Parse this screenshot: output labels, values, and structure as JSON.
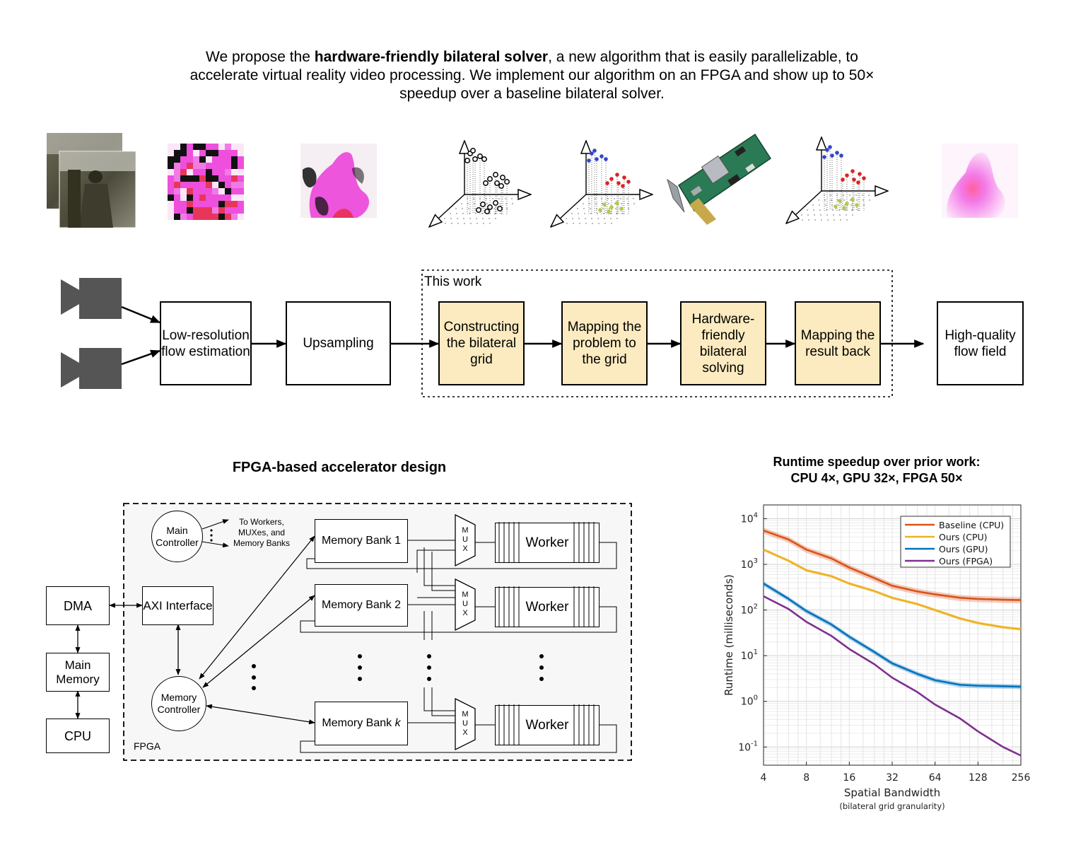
{
  "intro": {
    "pre": "We propose the ",
    "bold": "hardware-friendly bilateral solver",
    "post": ", a new algorithm that is easily parallelizable, to accelerate virtual reality video processing. We implement our algorithm on an FPGA and show up to 50× speedup over a baseline bilateral solver."
  },
  "pipeline": {
    "this_work_label": "This work",
    "steps": [
      "Low-resolution flow estimation",
      "Upsampling",
      "Constructing the bilateral grid",
      "Mapping the problem to the grid",
      "Hardware-friendly bilateral solving",
      "Mapping the result back",
      "High-quality flow field"
    ]
  },
  "fpga": {
    "title": "FPGA-based accelerator design",
    "frame_label": "FPGA",
    "dma": "DMA",
    "main_memory": "Main Memory",
    "cpu": "CPU",
    "axi": "AXI Interface",
    "main_controller": "Main Controller",
    "memory_controller": "Memory Controller",
    "fanout_note": "To Workers, MUXes, and Memory Banks",
    "bank1": "Memory Bank 1",
    "bank2": "Memory Bank 2",
    "bankk_prefix": "Memory Bank ",
    "bankk_var": "k",
    "mux_letters": [
      "M",
      "U",
      "X"
    ],
    "worker": "Worker"
  },
  "chart_data": {
    "type": "line",
    "title": "Runtime speedup over prior work:",
    "subtitle": "CPU 4×, GPU 32×, FPGA 50×",
    "xlabel": "Spatial Bandwidth",
    "xlabel_sub": "(bilateral grid granularity)",
    "ylabel": "Runtime (milliseconds)",
    "xscale": "log2",
    "yscale": "log10",
    "xlim": [
      4,
      256
    ],
    "ylim": [
      0.04,
      20000
    ],
    "xticks": [
      "4",
      "8",
      "16",
      "32",
      "64",
      "128",
      "256"
    ],
    "yticks": [
      "10^-1",
      "10^0",
      "10^1",
      "10^2",
      "10^3",
      "10^4"
    ],
    "grid": true,
    "legend": "top-right",
    "x": [
      4,
      6,
      8,
      12,
      16,
      24,
      32,
      48,
      64,
      96,
      128,
      192,
      256
    ],
    "series": [
      {
        "name": "Baseline (CPU)",
        "color": "#d95319",
        "values": [
          5500,
          3500,
          2100,
          1350,
          850,
          500,
          340,
          255,
          220,
          185,
          175,
          168,
          165
        ],
        "band": 0.15
      },
      {
        "name": "Ours (CPU)",
        "color": "#edb120",
        "values": [
          2100,
          1200,
          740,
          550,
          380,
          260,
          185,
          135,
          100,
          65,
          52,
          42,
          38
        ],
        "band": 0.08
      },
      {
        "name": "Ours (GPU)",
        "color": "#0072bd",
        "values": [
          380,
          175,
          95,
          48,
          26,
          12,
          6.8,
          4.0,
          2.9,
          2.3,
          2.2,
          2.15,
          2.1
        ],
        "band": 0.12
      },
      {
        "name": "Ours (FPGA)",
        "color": "#7e2f8e",
        "values": [
          200,
          105,
          55,
          27,
          14,
          6.5,
          3.3,
          1.6,
          0.85,
          0.42,
          0.22,
          0.1,
          0.065
        ],
        "band": 0
      }
    ]
  },
  "colors": {
    "highlight_fill": "#fcebc0",
    "camera_gray": "#555555",
    "flow_pink": "#ee44dd",
    "board_green": "#1e6e4e"
  },
  "icons": [
    "video-frames-image",
    "low-res-flow-image",
    "upsampled-flow-image",
    "bilateral-grid-icon",
    "grid-colored-icon",
    "fpga-board-icon",
    "grid-solved-icon",
    "high-quality-flow-image",
    "camera-icon"
  ]
}
